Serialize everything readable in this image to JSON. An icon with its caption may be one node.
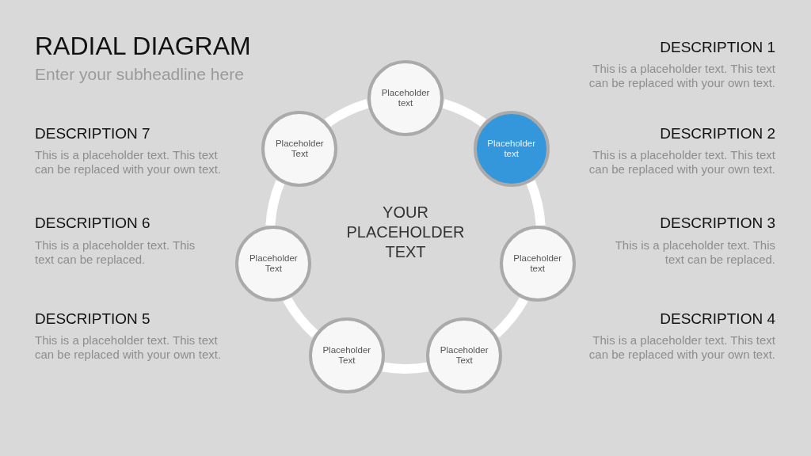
{
  "diagram": {
    "title": "RADIAL DIAGRAM",
    "nodes": [
      {
        "text": [
          "Placeholder text"
        ]
      },
      {
        "text": [
          "Placeholder text"
        ]
      },
      {
        "text": [
          "Placeholder text"
        ]
      },
      {
        "text": [
          "Placeholder Text"
        ]
      },
      {
        "text": [
          "Placeholder Text"
        ]
      },
      {
        "text": [
          "Placeholder Text"
        ]
      },
      {
        "text": [
          "Placeholder Text"
        ]
      }
    ],
    "edges": [
      {
        "from": 0,
        "to": 1,
        "arrow": "none"
      },
      {
        "from": 1,
        "to": 2,
        "arrow": "none"
      },
      {
        "from": 2,
        "to": 3,
        "arrow": "none"
      },
      {
        "from": 3,
        "to": 4,
        "arrow": "none"
      },
      {
        "from": 4,
        "to": 5,
        "arrow": "none"
      },
      {
        "from": 5,
        "to": 6,
        "arrow": "none"
      },
      {
        "from": 6,
        "to": 0,
        "arrow": "none"
      }
    ],
    "labels": [
      "Enter your subheadline here",
      "DESCRIPTION 1",
      "This is a placeholder text. This text can be replaced with your own text.",
      "DESCRIPTION 7",
      "This is a placeholder text. This text can be replaced with your own text.",
      "DESCRIPTION 2",
      "This is a placeholder text. This text can be replaced with your own text.",
      "YOUR PLACEHOLDER TEXT",
      "DESCRIPTION 6",
      "This is a placeholder text. This text can be replaced.",
      "DESCRIPTION 3",
      "This is a placeholder text. This text can be replaced.",
      "DESCRIPTION 5",
      "This is a placeholder text. This text can be replaced with your own text.",
      "DESCRIPTION 4",
      "This is a placeholder text. This text can be replaced with your own text."
    ]
  }
}
